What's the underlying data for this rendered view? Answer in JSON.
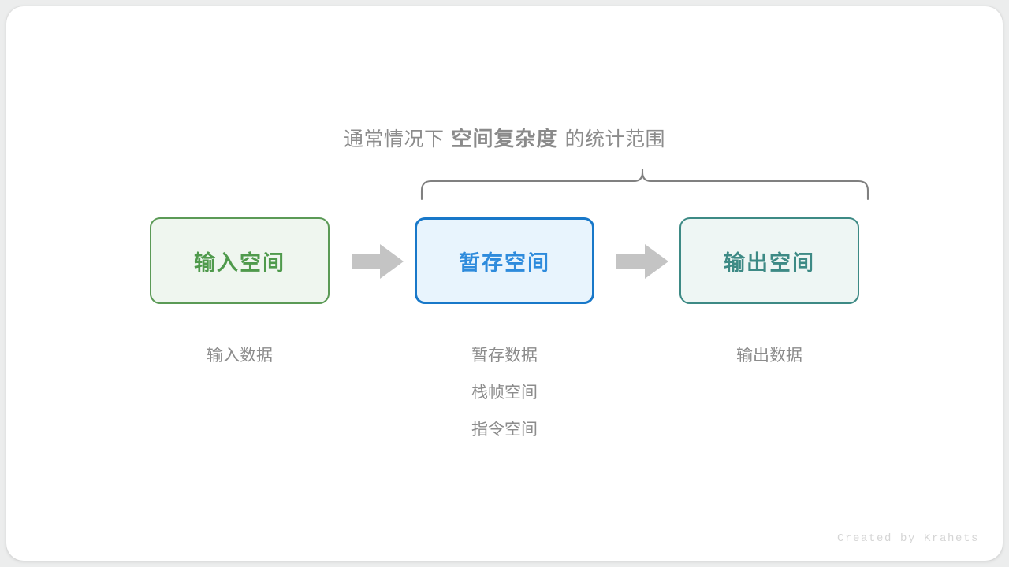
{
  "diagram": {
    "scope_title": {
      "prefix": "通常情况下",
      "emphasis": "空间复杂度",
      "suffix": "的统计范围"
    },
    "brace": {
      "icon": "curly-brace-down-icon",
      "color": "#808080"
    },
    "stages": [
      {
        "key": "input",
        "box_label": "输入空间",
        "box_fill": "#eff6ef",
        "box_border": "#5b9a56",
        "box_text_color": "#4f9a4c",
        "captions": [
          "输入数据"
        ]
      },
      {
        "key": "temp",
        "box_label": "暂存空间",
        "box_fill": "#e8f4fd",
        "box_border": "#1878c9",
        "box_text_color": "#2e8bdc",
        "captions": [
          "暂存数据",
          "栈帧空间",
          "指令空间"
        ]
      },
      {
        "key": "output",
        "box_label": "输出空间",
        "box_fill": "#eef6f4",
        "box_border": "#3d8a85",
        "box_text_color": "#3d8a85",
        "captions": [
          "输出数据"
        ]
      }
    ],
    "arrows": [
      {
        "icon": "right-arrow-icon",
        "color": "#c4c4c4"
      },
      {
        "icon": "right-arrow-icon",
        "color": "#c4c4c4"
      }
    ],
    "watermark": "Created by Krahets"
  }
}
